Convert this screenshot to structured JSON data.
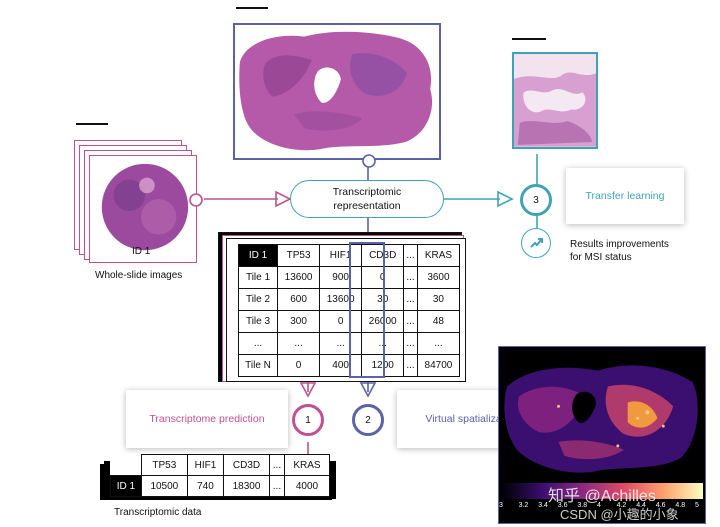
{
  "labels": {
    "wsi_caption": "Whole-slide images",
    "wsi_id": "ID 1",
    "transcriptomic_caption": "Transcriptomic data",
    "results_line1": "Results improvements",
    "results_line2": "for MSI status"
  },
  "central_node": {
    "line1": "Transcriptomic",
    "line2": "representation"
  },
  "cards": {
    "transfer": "Transfer learning",
    "prediction": "Transcriptome prediction",
    "spatial": "Virtual spatialization"
  },
  "steps": {
    "one": "1",
    "two": "2",
    "three": "3"
  },
  "tile_table": {
    "headers": [
      "ID 1",
      "TP53",
      "HIF1",
      "CD3D",
      "...",
      "KRAS"
    ],
    "rows": [
      [
        "Tile 1",
        "13600",
        "900",
        "0",
        "...",
        "3600"
      ],
      [
        "Tile 2",
        "600",
        "13600",
        "30",
        "...",
        "30"
      ],
      [
        "Tile 3",
        "300",
        "0",
        "26000",
        "...",
        "48"
      ],
      [
        "...",
        "...",
        "...",
        "...",
        "...",
        "..."
      ],
      [
        "Tile N",
        "0",
        "400",
        "1200",
        "...",
        "84700"
      ]
    ]
  },
  "result_table": {
    "headers": [
      "TP53",
      "HIF1",
      "CD3D",
      "...",
      "KRAS"
    ],
    "row_label": "ID 1",
    "values": [
      "10500",
      "740",
      "18300",
      "...",
      "4000"
    ]
  },
  "heatmap": {
    "ticks": [
      "3",
      "3.2",
      "3.4",
      "3.6",
      "3.8",
      "4",
      "4.2",
      "4.4",
      "4.6",
      "4.8",
      "5"
    ]
  },
  "watermark": "知乎 @Achilles",
  "watermark2": "CSDN @小趣的小象",
  "colors": {
    "pink": "#c0508f",
    "blue": "#5a62a8",
    "teal": "#3fa3b5"
  }
}
